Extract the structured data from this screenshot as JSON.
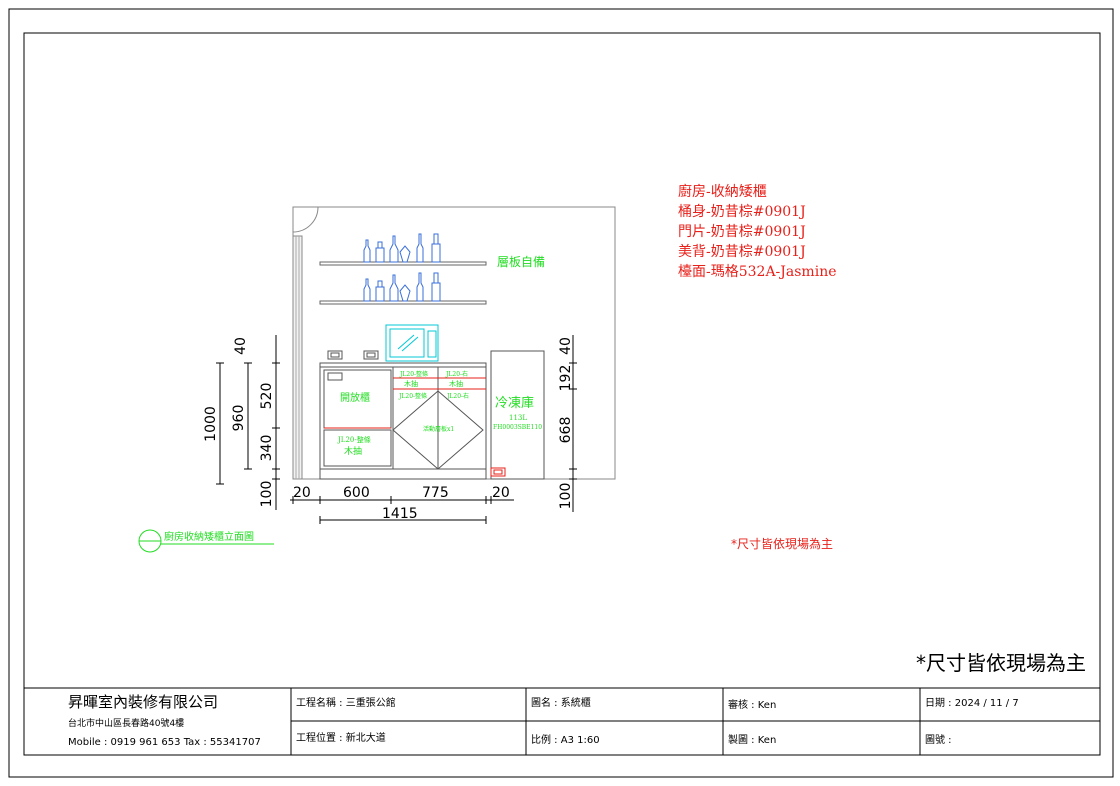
{
  "notes": {
    "lines": [
      "廚房-收納矮櫃",
      "桶身-奶昔棕#0901J",
      "門片-奶昔棕#0901J",
      "美背-奶昔棕#0901J",
      "檯面-瑪格532A-Jasmine"
    ],
    "color": "#e8201a"
  },
  "drawing": {
    "shelf_label": "層板自備",
    "open_cabinet_label": "開放櫃",
    "fridge_label": "冷凍庫",
    "fridge_capacity": "113L",
    "fridge_model": "FH0003SBE110",
    "drawer_top_left": [
      "JL20-整條",
      "木抽"
    ],
    "drawer_top_right": [
      "JL20-右",
      "木抽"
    ],
    "drawer_hinge_left": "JL20-整條",
    "drawer_hinge_right": "JL20-右",
    "diamond_label": "活動層板x1",
    "drawer_bottom_left": [
      "JL20-整條",
      "木抽"
    ],
    "title_caption": "廚房收納矮櫃立面圖",
    "line_color": "#22dd22",
    "appliance_color": "#00c8d6"
  },
  "dimensions": {
    "left_total": "1000",
    "left_960": "960",
    "left_top": "40",
    "left_520": "520",
    "left_340": "340",
    "left_plinth": "100",
    "bottom_20a": "20",
    "bottom_600": "600",
    "bottom_775": "775",
    "bottom_20b": "20",
    "overall_width": "1415",
    "right_40": "40",
    "right_192": "192",
    "right_668": "668",
    "right_100": "100"
  },
  "remarks": {
    "red_note": "*尺寸皆依現場為主",
    "big_note": "*尺寸皆依現場為主"
  },
  "title_block": {
    "company_name": "昇暉室內裝修有限公司",
    "address": "台北市中山區長春路40號4樓",
    "contact": "Mobile : 0919 961 653  Tax : 55341707",
    "project_name": "工程名稱 : 三重張公館",
    "project_location": "工程位置 : 新北大道",
    "drawing_name": "圖名 : 系統櫃",
    "scale": "比例 : A3 1:60",
    "reviewer": "審核 : Ken",
    "drafter": "製圖 : Ken",
    "date": "日期 : 2024 / 11 / 7",
    "sheet_no": "圖號 :"
  }
}
